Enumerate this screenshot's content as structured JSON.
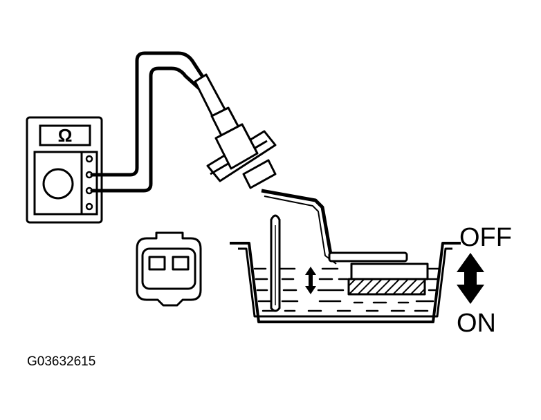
{
  "meter": {
    "symbol": "Ω"
  },
  "labels": {
    "off": "OFF",
    "on": "ON",
    "figure_code": "G03632615"
  },
  "icons": {
    "meter": "ohmmeter-icon",
    "connector": "connector-icon",
    "sender": "fuel-sender-gauge-icon",
    "arrow": "up-down-arrow-icon"
  }
}
